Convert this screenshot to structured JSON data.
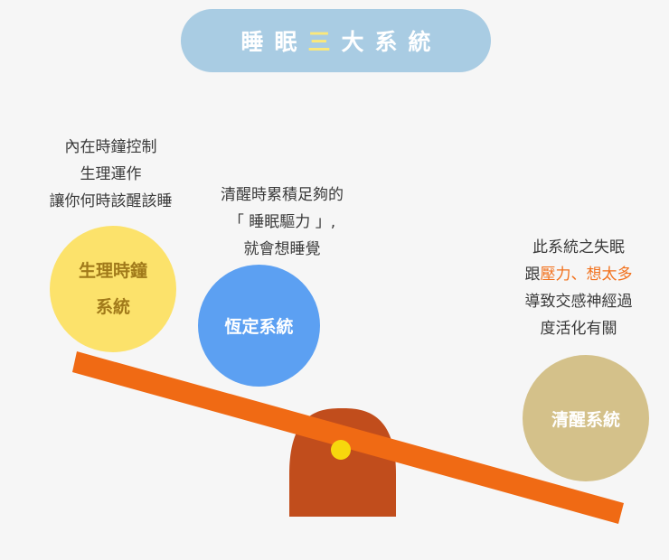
{
  "title": {
    "before": "睡眠",
    "highlight": "三",
    "after": "大系統"
  },
  "captions": {
    "left": [
      "內在時鐘控制",
      "生理運作",
      "讓你何時該醒該睡"
    ],
    "middle": [
      "清醒時累積足夠的",
      "「 睡眠驅力 」,",
      "就會想睡覺"
    ],
    "right": {
      "line1": "此系統之失眠",
      "line2_prefix": "跟",
      "line2_highlight": "壓力、想太多",
      "line3": "導致交感神經過",
      "line4": "度活化有關"
    }
  },
  "circles": {
    "circadian": {
      "line1": "生理時鐘",
      "line2": "系統"
    },
    "homeostatic": "恆定系統",
    "arousal": "清醒系統"
  },
  "colors": {
    "title_pill": "#a9cce3",
    "title_highlight": "#fbe87a",
    "plank": "#f06a14",
    "fulcrum": "#c14d1c",
    "pivot": "#f7d70d",
    "circadian_circle": "#fce26b",
    "homeostatic_circle": "#5ca0f2",
    "arousal_circle": "#d4c18a",
    "accent_text": "#f2711c"
  }
}
